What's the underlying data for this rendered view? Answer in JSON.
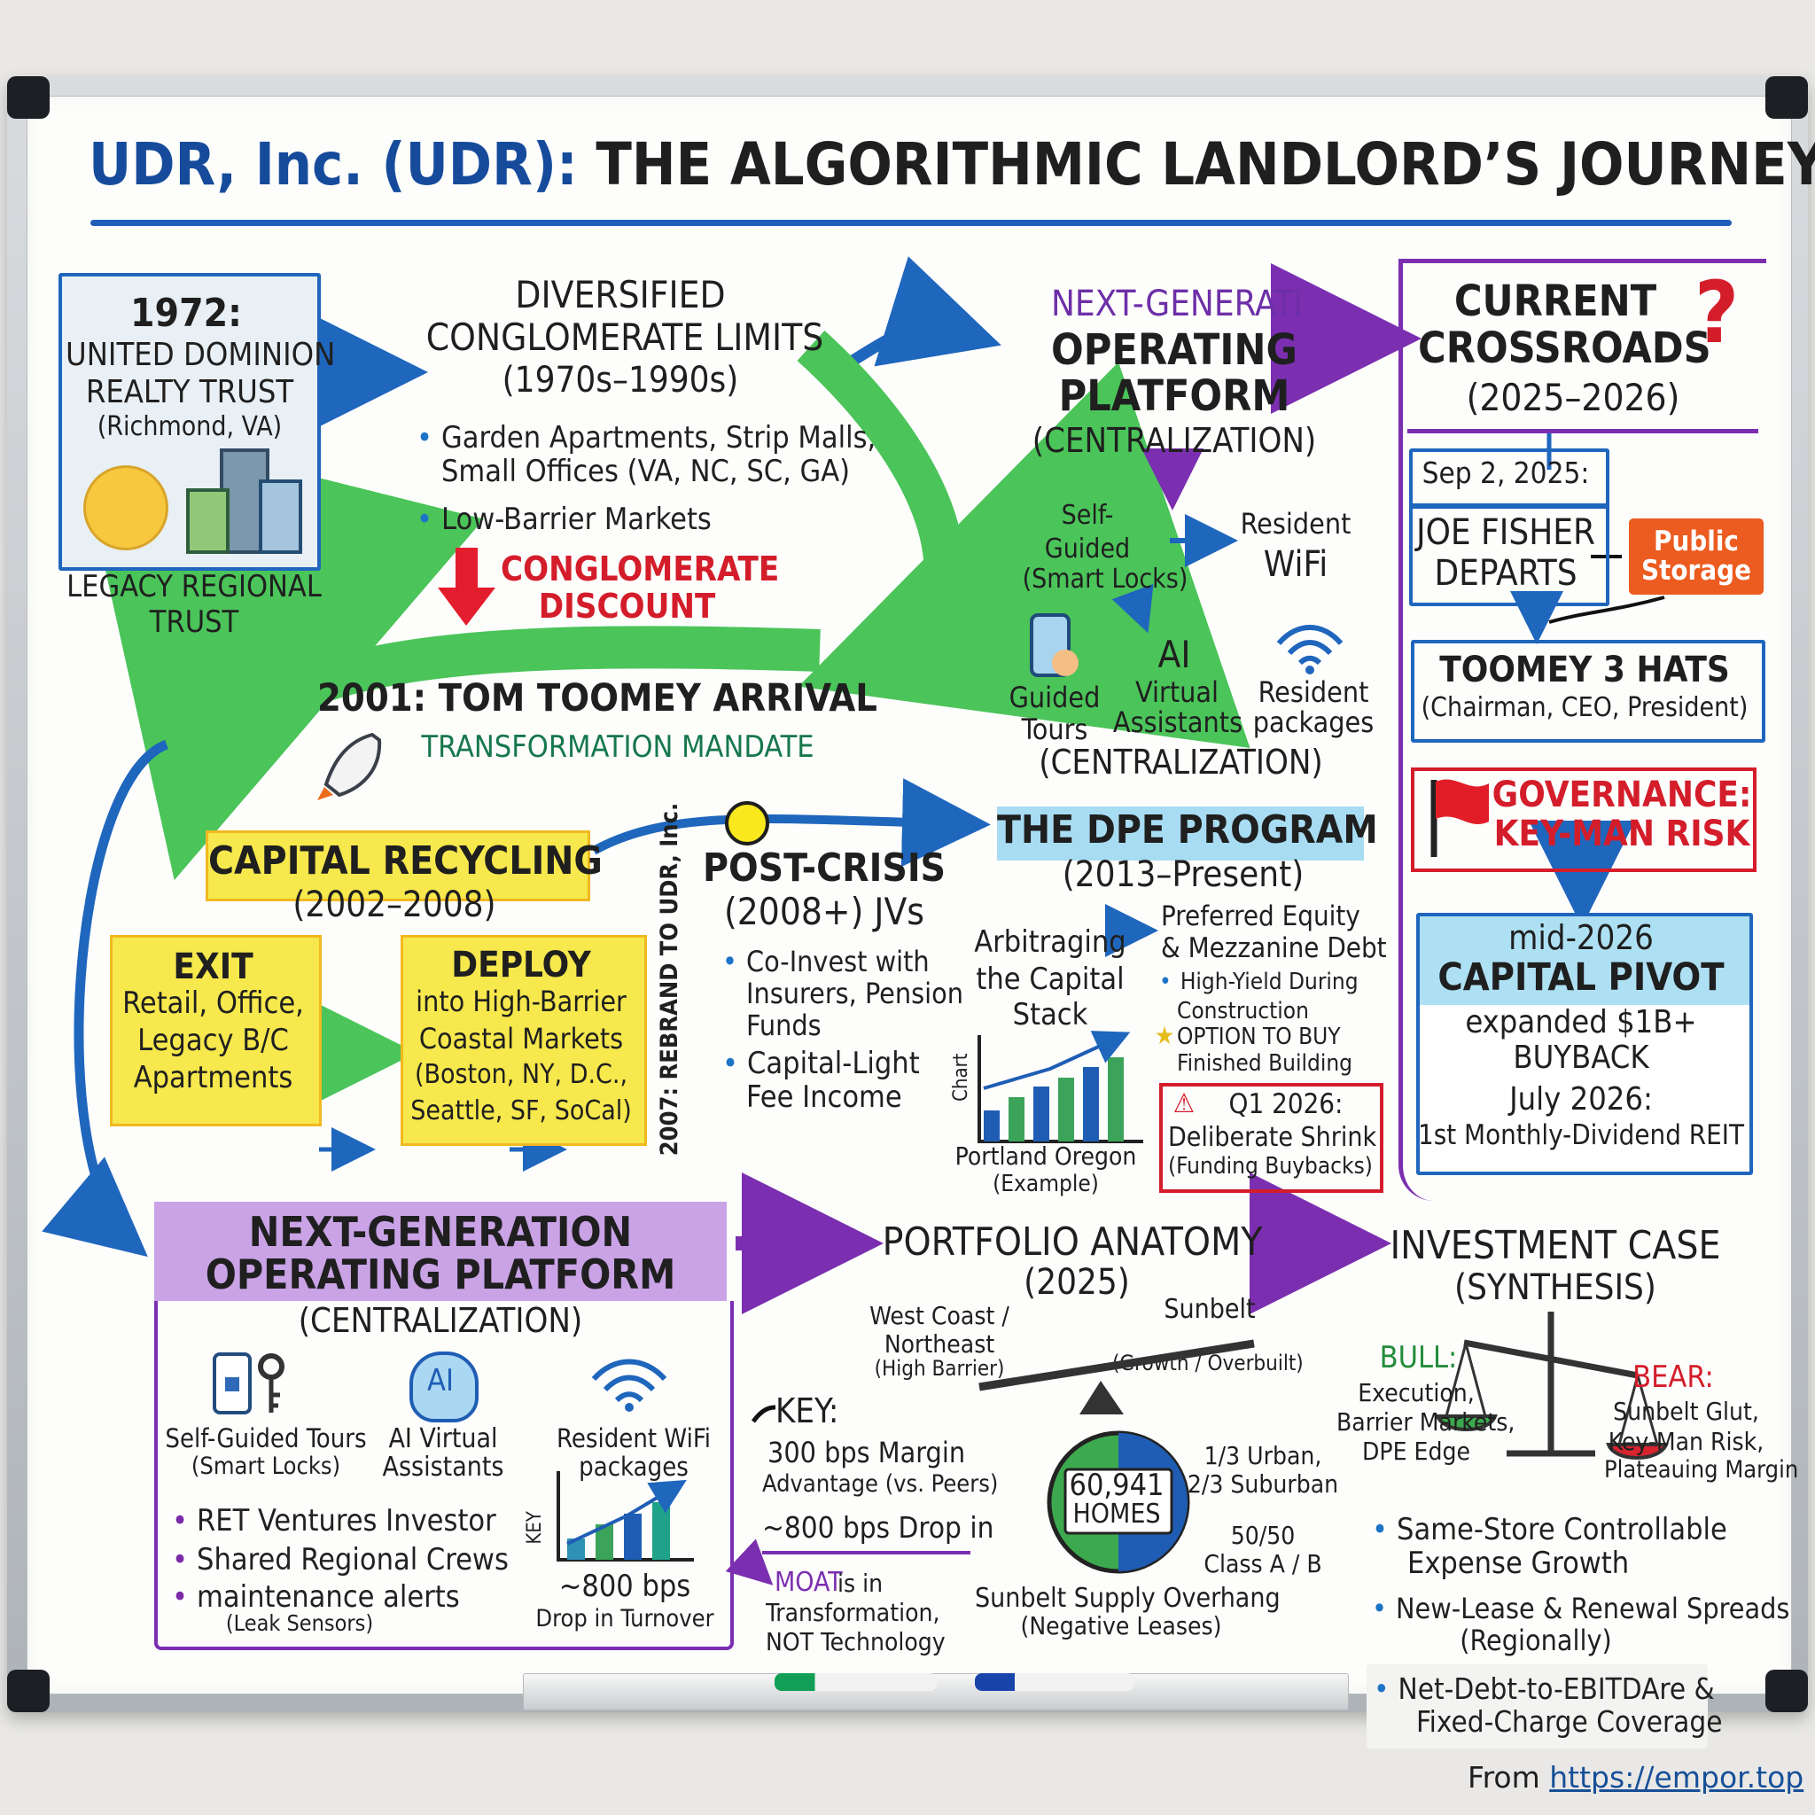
{
  "title": {
    "prefix": "UDR, Inc. (UDR):",
    "main": "THE ALGORITHMIC LANDLORD’S JOURNEY"
  },
  "origin": {
    "year": "1972:",
    "name_line1": "UNITED DOMINION",
    "name_line2": "REALTY TRUST",
    "location": "(Richmond, VA)",
    "caption_line1": "LEGACY REGIONAL",
    "caption_line2": "TRUST"
  },
  "diversified": {
    "heading1": "DIVERSIFIED",
    "heading2": "CONGLOMERATE LIMITS",
    "period": "(1970s–1990s)",
    "bullet1_line1": "Garden Apartments, Strip Malls,",
    "bullet1_line2": "Small Offices (VA, NC, SC, GA)",
    "bullet2": "Low-Barrier Markets",
    "discount1": "CONGLOMERATE",
    "discount2": "DISCOUNT"
  },
  "toomey": {
    "arrival": "2001: TOM TOOMEY ARRIVAL",
    "mandate": "TRANSFORMATION MANDATE"
  },
  "recycling": {
    "label": "CAPITAL RECYCLING",
    "period": "(2002–2008)",
    "exit_title": "EXIT",
    "exit_line1": "Retail, Office,",
    "exit_line2": "Legacy B/C",
    "exit_line3": "Apartments",
    "deploy_title": "DEPLOY",
    "deploy_line1": "into High-Barrier",
    "deploy_line2": "Coastal Markets",
    "deploy_line3": "(Boston, NY, D.C.,",
    "deploy_line4": "Seattle, SF, SoCal)"
  },
  "rebrand": "2007: REBRAND TO UDR, Inc.",
  "postcrisis": {
    "title1": "POST-CRISIS",
    "title2": "(2008+) JVs",
    "bullet1_line1": "Co-Invest with",
    "bullet1_line2": "Insurers, Pension",
    "bullet1_line3": "Funds",
    "bullet2_line1": "Capital-Light",
    "bullet2_line2": "Fee Income"
  },
  "upper_platform": {
    "title1": "NEXT-GENERATI",
    "title2": "OPERATING",
    "title3": "PLATFORM",
    "subtitle": "(CENTRALIZATION)",
    "self1": "Self-",
    "self2": "Guided",
    "self3": "(Smart Locks)",
    "wifi1": "Resident",
    "wifi2": "WiFi",
    "guided1": "Guided",
    "guided2": "Tours",
    "ai1": "AI",
    "ai2": "Virtual",
    "ai3": "Assistants",
    "packages1": "Resident",
    "packages2": "packages",
    "footer": "(CENTRALIZATION)"
  },
  "dpe": {
    "title": "THE DPE PROGRAM",
    "period": "(2013–Present)",
    "arb1": "Arbitraging",
    "arb2": "the Capital",
    "arb3": "Stack",
    "equity1": "Preferred Equity",
    "equity2": "& Mezzanine Debt",
    "yield1": "High-Yield During",
    "yield2": "Construction",
    "option1": "OPTION TO BUY",
    "option2": "Finished Building",
    "chart_axis": "Chart",
    "chart_label1": "Portland Oregon",
    "chart_label2": "(Example)",
    "q1_title": "Q1 2026:",
    "q1_line1": "Deliberate Shrink",
    "q1_line2": "(Funding Buybacks)"
  },
  "crossroads": {
    "title1": "CURRENT",
    "title2": "CROSSROADS",
    "question": "?",
    "period": "(2025–2026)",
    "date": "Sep 2, 2025:",
    "fisher1": "JOE FISHER",
    "fisher2": "DEPARTS",
    "storage1": "Public",
    "storage2": "Storage",
    "hats": "TOOMEY 3 HATS",
    "hats_detail": "(Chairman, CEO, President)",
    "gov1": "GOVERNANCE:",
    "gov2": "KEY-MAN RISK",
    "pivot_date": "mid-2026",
    "pivot": "CAPITAL PIVOT",
    "buyback1": "expanded $1B+",
    "buyback2": "BUYBACK",
    "july": "July 2026:",
    "monthly": "1st Monthly-Dividend REIT"
  },
  "lower_platform": {
    "title1": "NEXT-GENERATION",
    "title2": "OPERATING PLATFORM",
    "subtitle": "(CENTRALIZATION)",
    "tours1": "Self-Guided Tours",
    "tours2": "(Smart Locks)",
    "ai_icon_text": "AI",
    "ai1": "AI Virtual",
    "ai2": "Assistants",
    "wifi1": "Resident WiFi",
    "wifi2": "packages",
    "bullet1": "RET Ventures Investor",
    "bullet2": "Shared Regional Crews",
    "bullet3": "maintenance alerts",
    "bullet3_note": "(Leak Sensors)",
    "chart_axis": "KEY",
    "drop1": "~800 bps",
    "drop2": "Drop in Turnover"
  },
  "key": {
    "title": "KEY:",
    "margin1": "300 bps Margin",
    "margin2": "Advantage (vs. Peers)",
    "drop": "~800 bps Drop in",
    "moat1": "MOAT",
    "moat2": "is in",
    "moat3": "Transformation,",
    "moat4": "NOT Technology"
  },
  "portfolio": {
    "title": "PORTFOLIO ANATOMY",
    "year": "(2025)",
    "west1": "West Coast /",
    "west2": "Northeast",
    "west3": "(High Barrier)",
    "sunbelt": "Sunbelt",
    "growth": "(Growth / Overbuilt)",
    "homes1": "60,941",
    "homes2": "HOMES",
    "urban1": "1/3 Urban,",
    "urban2": "2/3 Suburban",
    "class1": "50/50",
    "class2": "Class A / B",
    "supply1": "Sunbelt Supply Overhang",
    "supply2": "(Negative Leases)"
  },
  "investment": {
    "title1": "INVESTMENT CASE",
    "title2": "(SYNTHESIS)",
    "bull": "BULL:",
    "bull1": "Execution,",
    "bull2": "Barrier Markets,",
    "bull3": "DPE Edge",
    "bear": "BEAR:",
    "bear1": "Sunbelt Glut,",
    "bear2": "Key-Man Risk,",
    "bear3": "Plateauing Margin",
    "item1_line1": "Same-Store Controllable",
    "item1_line2": "Expense Growth",
    "item2_line1": "New-Lease & Renewal Spreads",
    "item2_line2": "(Regionally)",
    "item3_line1": "Net-Debt-to-EBITDAre &",
    "item3_line2": "Fixed-Charge Coverage"
  },
  "source": {
    "prefix": "From",
    "url": "https://empor.top"
  },
  "colors": {
    "blue": "#1f66bd",
    "green": "#4bc45a",
    "purple": "#7b2fb0",
    "red": "#d41d2a",
    "yellow": "#f6e84d"
  }
}
